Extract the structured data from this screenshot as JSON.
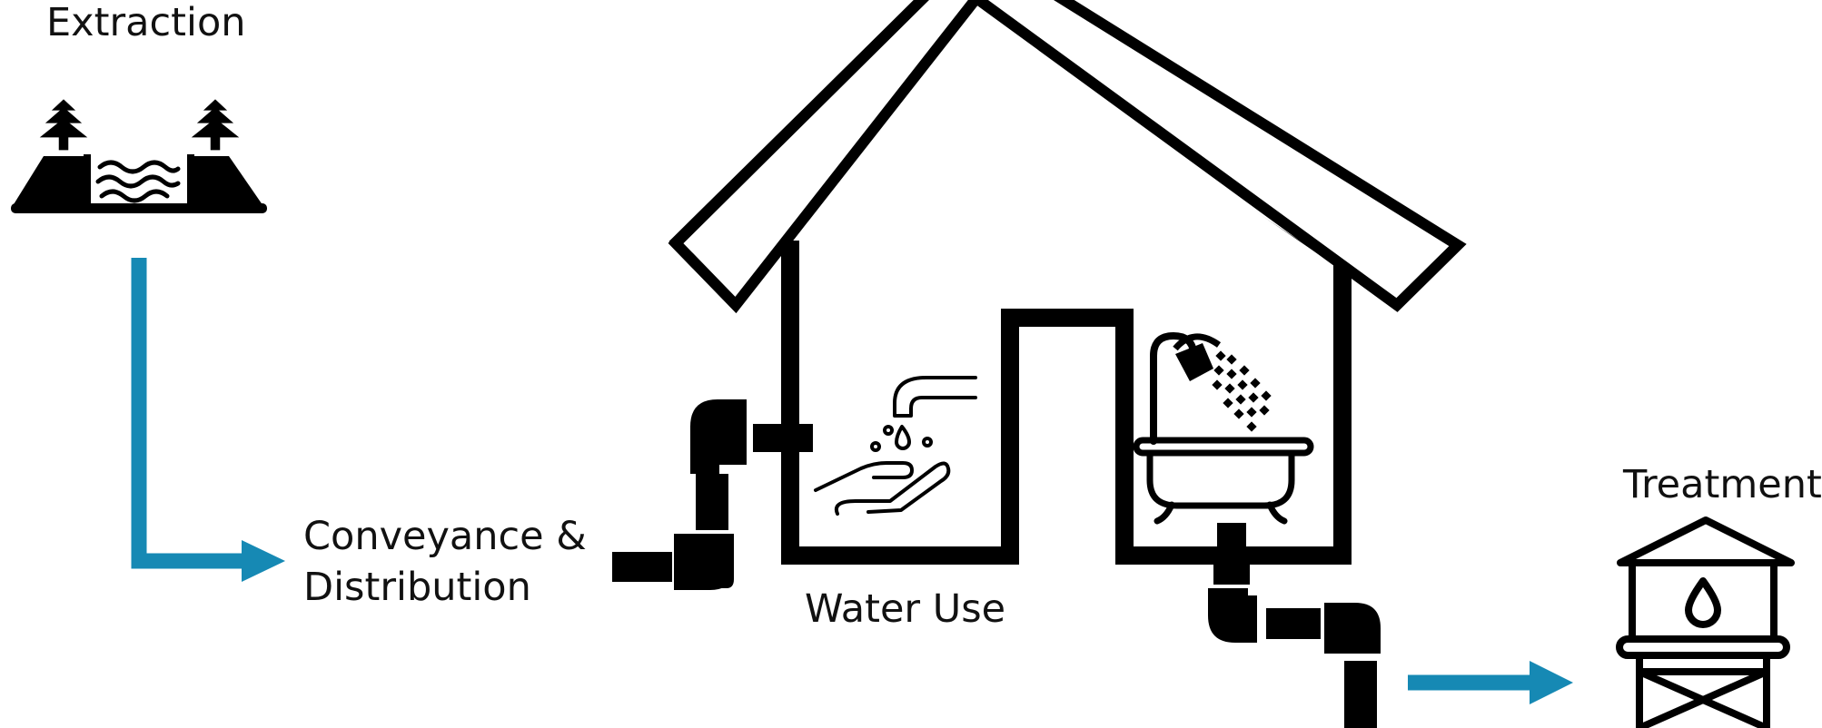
{
  "labels": {
    "extraction": "Extraction",
    "conveyance_line1": "Conveyance &",
    "conveyance_line2": "Distribution",
    "water_use": "Water Use",
    "treatment": "Treatment"
  },
  "colors": {
    "arrow": "#1689b4",
    "ink": "#000000",
    "background": "#ffffff"
  },
  "icons": [
    "forest-lake-icon",
    "house-icon",
    "faucet-hand-icon",
    "bathtub-shower-icon",
    "pipe-icon",
    "water-tower-icon"
  ]
}
